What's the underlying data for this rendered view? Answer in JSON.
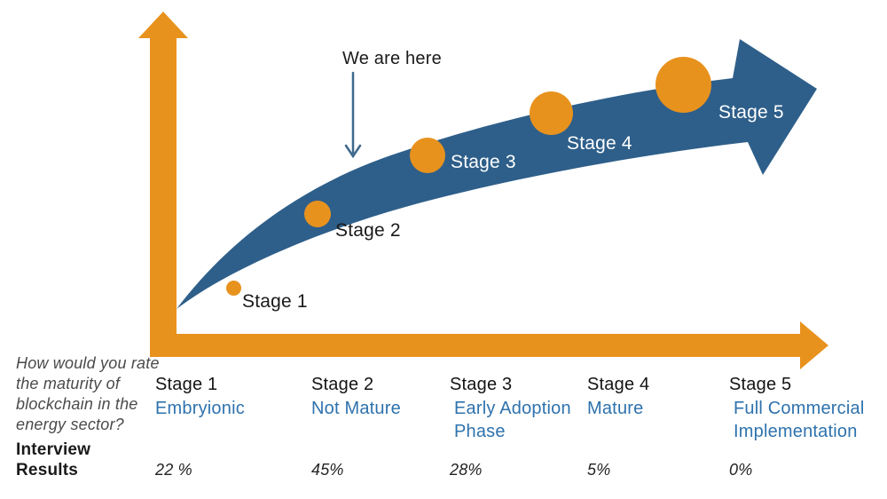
{
  "annotation": {
    "we_are_here": "We are here"
  },
  "question": "How would you rate\nthe maturity of\nblockchain in the\nenergy sector?",
  "interview_label": "Interview\nResults",
  "curve": {
    "stages": [
      "Stage 1",
      "Stage 2",
      "Stage 3",
      "Stage 4",
      "Stage 5"
    ]
  },
  "table": {
    "columns": [
      {
        "stage": "Stage 1",
        "descriptor": "Embryionic",
        "result": "22 %"
      },
      {
        "stage": "Stage 2",
        "descriptor": "Not Mature",
        "result": "45%"
      },
      {
        "stage": "Stage 3",
        "descriptor": "Early Adoption Phase",
        "result": "28%"
      },
      {
        "stage": "Stage 4",
        "descriptor": "Mature",
        "result": "5%"
      },
      {
        "stage": "Stage 5",
        "descriptor": "Full Commercial Implementation",
        "result": "0%"
      }
    ]
  },
  "colors": {
    "orange": "#E8921E",
    "band_blue": "#2E5F8A",
    "descriptor_blue": "#2E72AD",
    "annotation_arrow": "#3F698E",
    "text_black": "#1A1A1A",
    "text_gray": "#4B4B4B"
  }
}
